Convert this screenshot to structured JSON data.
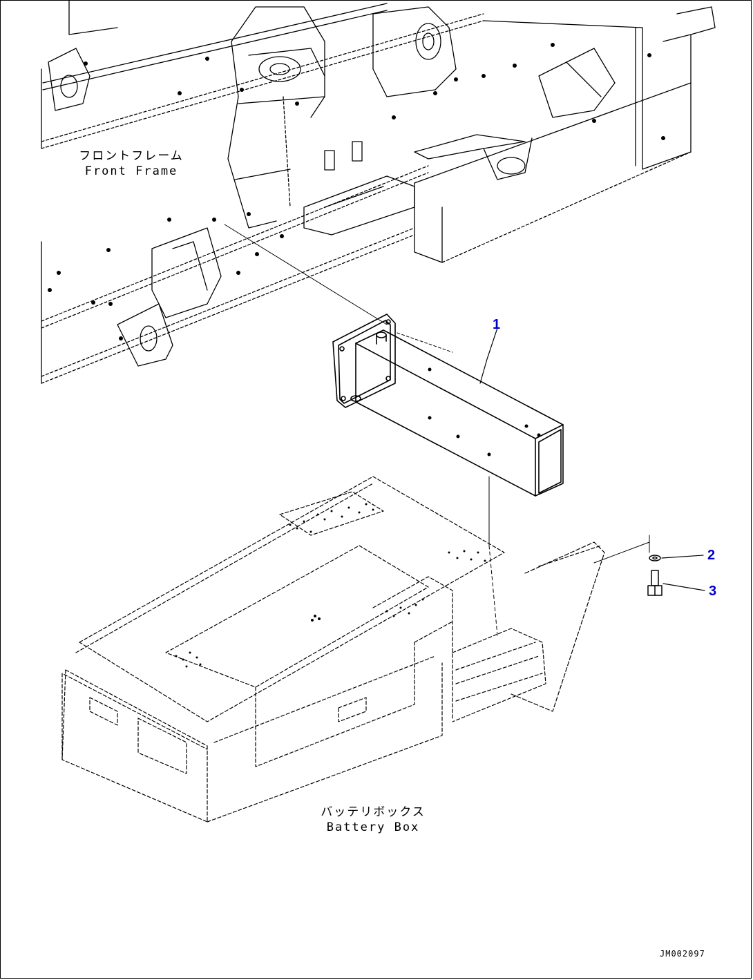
{
  "labels": {
    "front_frame_jp": "フロントフレーム",
    "front_frame_en": "Front Frame",
    "battery_box_jp": "バッテリボックス",
    "battery_box_en": "Battery Box"
  },
  "callouts": [
    "1",
    "2",
    "3"
  ],
  "drawing_number": "JM002097",
  "colors": {
    "line": "#000000",
    "callout": "#0000cc",
    "background": "#ffffff"
  }
}
